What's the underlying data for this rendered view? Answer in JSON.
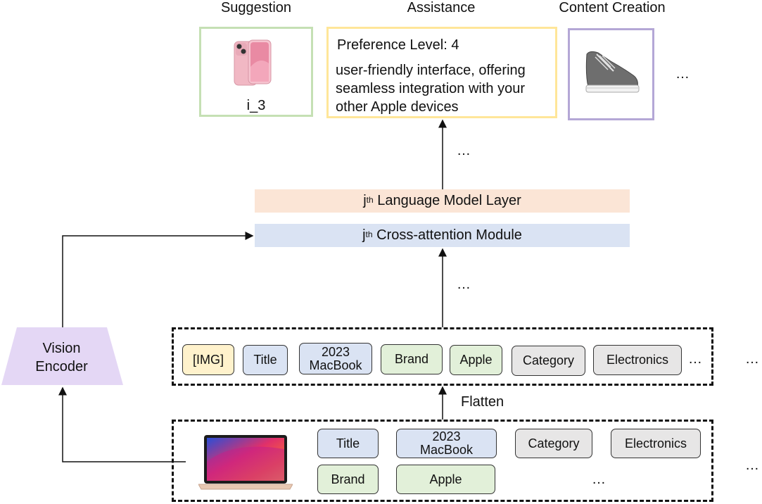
{
  "outputs": {
    "suggestion": {
      "header": "Suggestion",
      "label": "i_3"
    },
    "assistance": {
      "header": "Assistance",
      "line1": "Preference Level: 4",
      "line2": "user-friendly interface, offering",
      "line3": "seamless integration with your",
      "line4": "other Apple devices"
    },
    "content_creation": {
      "header": "Content Creation"
    },
    "more": "…"
  },
  "layers": {
    "language_model": {
      "prefix": "j",
      "sup": "th",
      "text": " Language Model Layer"
    },
    "cross_attention": {
      "prefix": "j",
      "sup": "th",
      "text": " Cross-attention Module"
    },
    "ellipsis_top": "…",
    "ellipsis_mid": "…"
  },
  "vision_encoder": {
    "line1": "Vision",
    "line2": "Encoder"
  },
  "flat_tokens": {
    "items": [
      {
        "line1": "[IMG]",
        "line2": ""
      },
      {
        "line1": "Title",
        "line2": ""
      },
      {
        "line1": "2023",
        "line2": "MacBook"
      },
      {
        "line1": "Brand",
        "line2": ""
      },
      {
        "line1": "Apple",
        "line2": ""
      },
      {
        "line1": "Category",
        "line2": ""
      },
      {
        "line1": "Electronics",
        "line2": ""
      }
    ],
    "ellipsis_inner": "…",
    "ellipsis_outer": "…"
  },
  "flatten_label": "Flatten",
  "item_fields": {
    "title": "Title",
    "macbook_1": "2023",
    "macbook_2": "MacBook",
    "category": "Category",
    "electronics": "Electronics",
    "brand": "Brand",
    "apple": "Apple",
    "ellipsis_inner": "…",
    "ellipsis_outer": "…"
  },
  "colors": {
    "suggestion_border": "#c5e0b4",
    "assistance_border": "#ffe699",
    "content_border": "#b4a7d6",
    "lm_layer": "#fbe5d6",
    "cross_attention": "#dae3f3",
    "vision_encoder": "#e4d7f5"
  }
}
